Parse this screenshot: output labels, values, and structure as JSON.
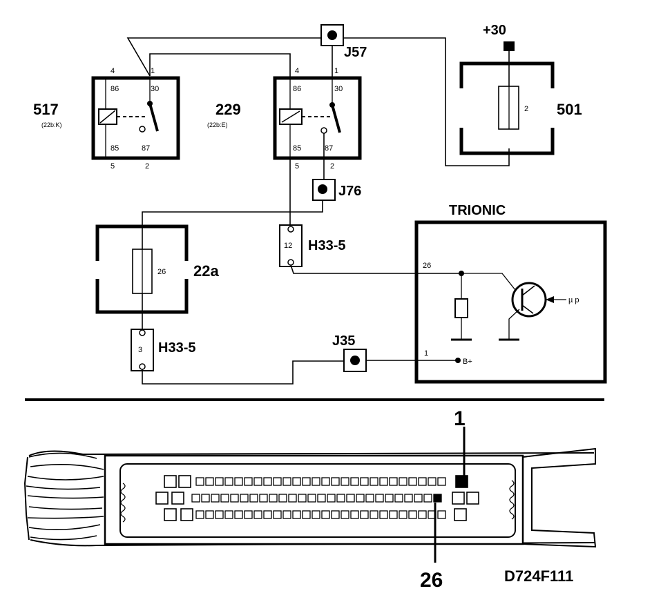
{
  "relays": [
    {
      "id": "517",
      "note": "(22b:K)",
      "pins": {
        "p4": "4",
        "p1": "1",
        "p86": "86",
        "p30": "30",
        "p85": "85",
        "p87": "87",
        "p5": "5",
        "p2": "2"
      }
    },
    {
      "id": "229",
      "note": "(22b:E)",
      "pins": {
        "p4": "4",
        "p1": "1",
        "p86": "86",
        "p30": "30",
        "p85": "85",
        "p87": "87",
        "p5": "5",
        "p2": "2"
      }
    }
  ],
  "connectors": {
    "j57": "J57",
    "j76": "J76",
    "j35": "J35",
    "h33_top": "H33-5",
    "h33_top_pin": "12",
    "h33_bottom": "H33-5",
    "h33_bottom_pin": "3"
  },
  "fuses": {
    "f501_label": "501",
    "f501_number": "2",
    "f501_supply": "+30",
    "f22a_label": "22a",
    "f22a_number": "26"
  },
  "ecu": {
    "title": "TRIONIC",
    "pin26": "26",
    "pin1": "1",
    "b_plus": "B+",
    "mu_p": "µ p"
  },
  "connector_view": {
    "pin1_callout": "1",
    "pin26_callout": "26",
    "drawing_code": "D724F111"
  }
}
